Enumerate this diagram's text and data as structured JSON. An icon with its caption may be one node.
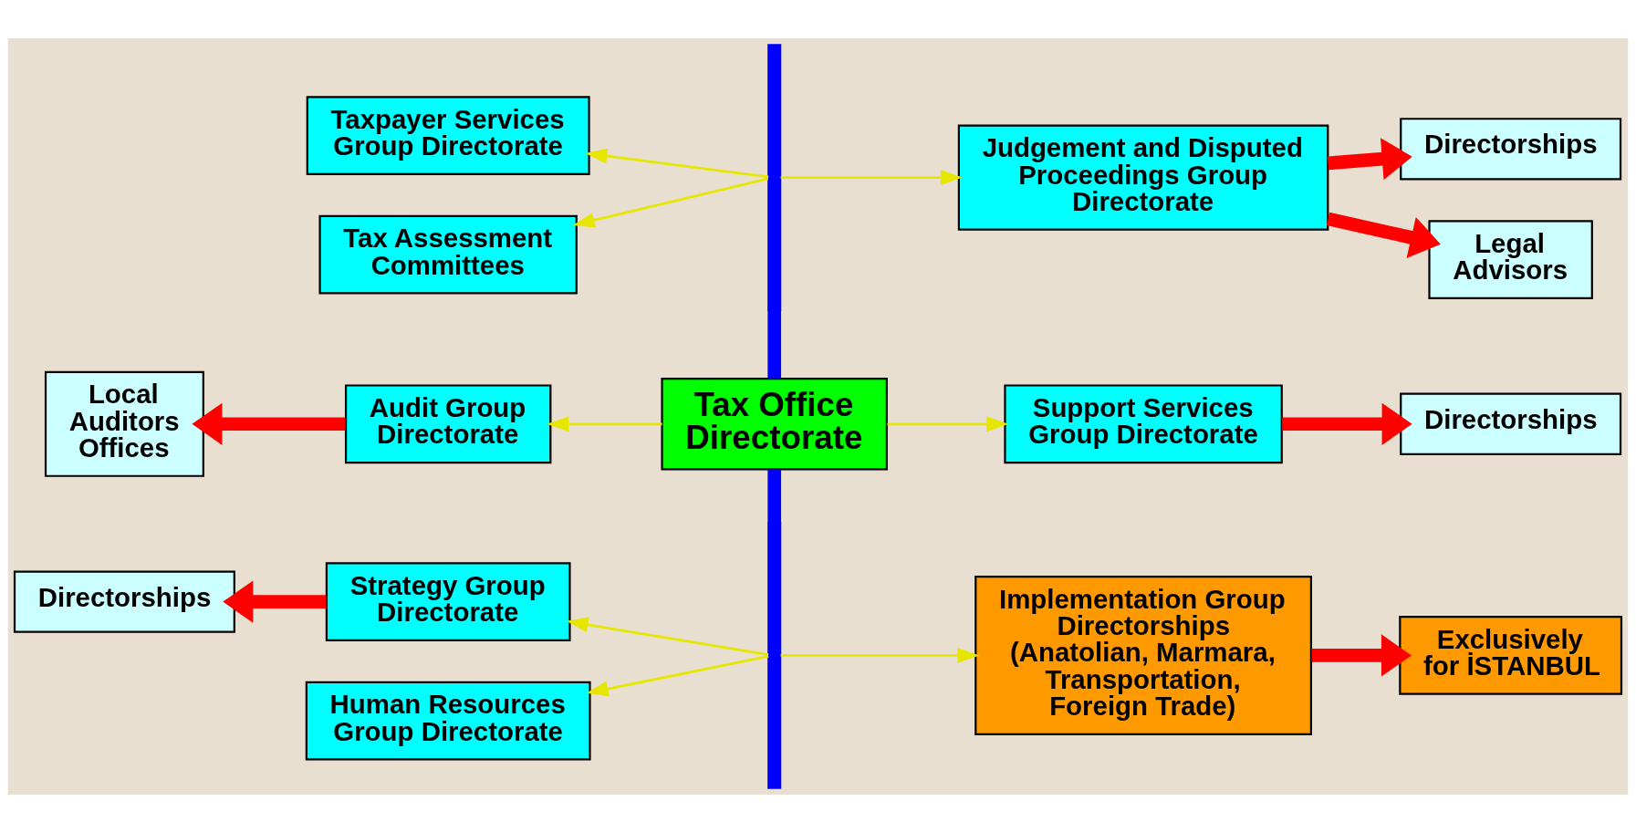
{
  "diagram": {
    "nodes": [
      {
        "text": [
          "Taxpayer Services Group Directorate"
        ]
      },
      {
        "text": [],
        "shape": "bar"
      },
      {
        "text": [
          "Judgement and Disputed Proceedings Group Directorate"
        ]
      },
      {
        "text": [
          "Directorships"
        ]
      },
      {
        "text": [
          "Legal Advisors"
        ]
      },
      {
        "text": [
          "Tax Assessment Committees"
        ]
      },
      {
        "text": [
          "Local Auditors Offices"
        ]
      },
      {
        "text": [
          "Audit Group Directorate"
        ]
      },
      {
        "text": [
          "Tax Office Directorate"
        ]
      },
      {
        "text": [
          "Support Services Group Directorate"
        ]
      },
      {
        "text": [
          "Directorships"
        ]
      },
      {
        "text": [
          "Directorships"
        ]
      },
      {
        "text": [
          "Strategy Group Directorate"
        ]
      },
      {
        "text": [],
        "shape": "bar"
      },
      {
        "text": [
          "Implementation Group Directorships (Anatolian, Marmara, Transportation, Foreign Trade)"
        ]
      },
      {
        "text": [
          "Exclusively for İSTANBUL"
        ]
      },
      {
        "text": [
          "Human Resources Group Directorate"
        ]
      }
    ],
    "edges": [
      {
        "from": 8,
        "to": 1,
        "arrow": "none",
        "style": "thick",
        "color": "#0000ff"
      },
      {
        "from": 8,
        "to": 13,
        "arrow": "none",
        "style": "thick",
        "color": "#0000ff"
      },
      {
        "from": 1,
        "to": 0,
        "arrow": "to"
      },
      {
        "from": 1,
        "to": 2,
        "arrow": "to"
      },
      {
        "from": 1,
        "to": 5,
        "arrow": "to"
      },
      {
        "from": 2,
        "to": 3,
        "arrow": "to",
        "style": "thick",
        "color": "#ff0000"
      },
      {
        "from": 2,
        "to": 4,
        "arrow": "to",
        "style": "thick",
        "color": "#ff0000"
      },
      {
        "from": 8,
        "to": 7,
        "arrow": "to"
      },
      {
        "from": 7,
        "to": 6,
        "arrow": "to",
        "style": "thick",
        "color": "#ff0000"
      },
      {
        "from": 8,
        "to": 9,
        "arrow": "to"
      },
      {
        "from": 9,
        "to": 10,
        "arrow": "to",
        "style": "thick",
        "color": "#ff0000"
      },
      {
        "from": 13,
        "to": 12,
        "arrow": "to"
      },
      {
        "from": 12,
        "to": 11,
        "arrow": "to",
        "style": "thick",
        "color": "#ff0000"
      },
      {
        "from": 13,
        "to": 14,
        "arrow": "to"
      },
      {
        "from": 14,
        "to": 15,
        "arrow": "to",
        "style": "thick",
        "color": "#ff0000"
      },
      {
        "from": 13,
        "to": 16,
        "arrow": "to"
      }
    ]
  }
}
